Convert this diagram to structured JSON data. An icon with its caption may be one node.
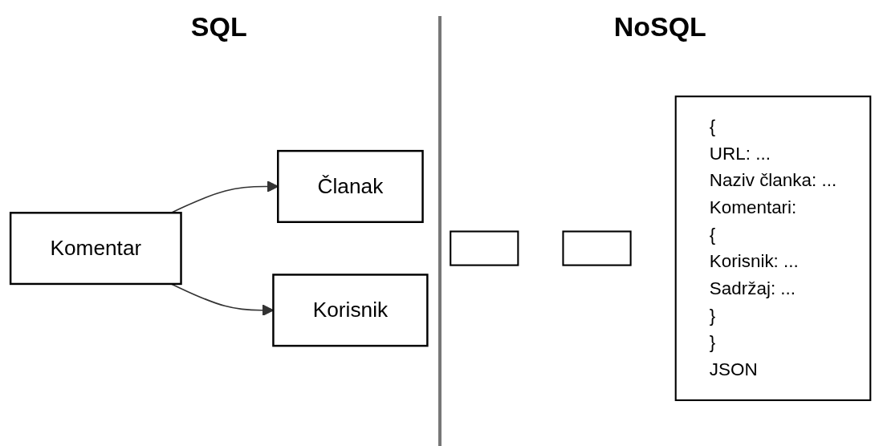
{
  "diagram": {
    "nodes": [
      {
        "text": [
          "Komentar"
        ]
      },
      {
        "text": [
          "Članak"
        ]
      },
      {
        "text": [
          "Korisnik"
        ]
      },
      {
        "text": [],
        "shape": "box"
      },
      {
        "text": [],
        "shape": "box"
      },
      {
        "text": [
          "{",
          "URL: ...",
          "Naziv članka: ...",
          "Komentari:",
          "{",
          "Korisnik: ...",
          "Sadržaj: ...",
          "}",
          "}",
          "JSON"
        ]
      }
    ],
    "edges": [
      {
        "from": 0,
        "to": 1,
        "arrow": "to"
      },
      {
        "from": 0,
        "to": 2,
        "arrow": "to"
      }
    ],
    "labels": [
      "SQL",
      "NoSQL"
    ]
  }
}
